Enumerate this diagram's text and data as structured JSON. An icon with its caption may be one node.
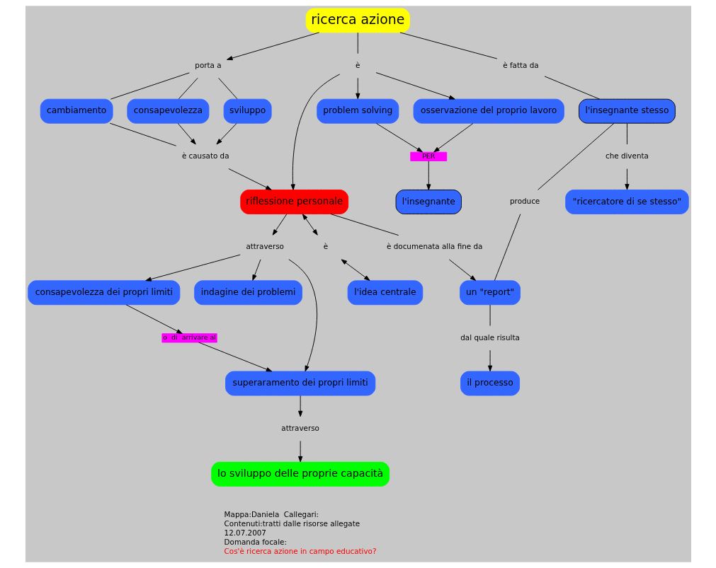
{
  "diagram": {
    "nodes": [
      {
        "text": [
          "ricerca azione"
        ]
      },
      {
        "text": [
          "porta a"
        ]
      },
      {
        "text": [
          "è"
        ]
      },
      {
        "text": [
          "è fatta da"
        ]
      },
      {
        "text": [
          "sviluppo"
        ]
      },
      {
        "text": [
          "cambiamento"
        ]
      },
      {
        "text": [
          "consapevolezza"
        ]
      },
      {
        "text": [
          "osservazione del proprio lavoro"
        ]
      },
      {
        "text": [
          "l'insegnante stesso"
        ]
      },
      {
        "text": [
          "problem solving"
        ]
      },
      {
        "text": [
          "è causato da"
        ]
      },
      {
        "text": [
          "che diventa"
        ]
      },
      {
        "text": [
          "PER"
        ]
      },
      {
        "text": [
          "riflessione personale"
        ]
      },
      {
        "text": [
          "l'insegnante"
        ]
      },
      {
        "text": [
          "\"ricercatore di se stesso\""
        ]
      },
      {
        "text": [
          "produce"
        ]
      },
      {
        "text": [
          "è documenata alla fine da"
        ]
      },
      {
        "text": [
          "attraverso"
        ]
      },
      {
        "text": [
          "un \"report\""
        ]
      },
      {
        "text": [
          "è"
        ]
      },
      {
        "text": [
          "superaramento dei propri limiti"
        ]
      },
      {
        "text": [
          "consapevolezza dei propri limiti"
        ]
      },
      {
        "text": [
          "l'idea centrale"
        ]
      },
      {
        "text": [
          "indagine dei problemi"
        ]
      },
      {
        "text": [
          "dal quale risulta"
        ]
      },
      {
        "text": [
          "attraverso"
        ]
      },
      {
        "text": [
          "o  di  arrivare al"
        ]
      },
      {
        "text": [
          "il processo"
        ]
      },
      {
        "text": [
          "lo sviluppo delle proprie capacità"
        ]
      }
    ],
    "edges": [
      {
        "from": 0,
        "to": 1,
        "arrow": "to"
      },
      {
        "from": 0,
        "to": 2,
        "arrow": "none"
      },
      {
        "from": 0,
        "to": 3,
        "arrow": "none"
      },
      {
        "from": 1,
        "to": 4,
        "arrow": "none"
      },
      {
        "from": 1,
        "to": 5,
        "arrow": "none"
      },
      {
        "from": 1,
        "to": 6,
        "arrow": "none"
      },
      {
        "from": 4,
        "to": 10,
        "arrow": "to"
      },
      {
        "from": 5,
        "to": 10,
        "arrow": "none"
      },
      {
        "from": 6,
        "to": 10,
        "arrow": "to"
      },
      {
        "from": 10,
        "to": 13,
        "arrow": "to"
      },
      {
        "from": 2,
        "to": 13,
        "arrow": "to"
      },
      {
        "from": 2,
        "to": 9,
        "arrow": "to"
      },
      {
        "from": 2,
        "to": 7,
        "arrow": "to"
      },
      {
        "from": 3,
        "to": 8,
        "arrow": "none"
      },
      {
        "from": 9,
        "to": 12,
        "arrow": "to"
      },
      {
        "from": 7,
        "to": 12,
        "arrow": "to"
      },
      {
        "from": 12,
        "to": 14,
        "arrow": "to"
      },
      {
        "from": 8,
        "to": 11,
        "arrow": "none"
      },
      {
        "from": 11,
        "to": 15,
        "arrow": "to"
      },
      {
        "from": 8,
        "to": 16,
        "arrow": "none"
      },
      {
        "from": 16,
        "to": 19,
        "arrow": "none"
      },
      {
        "from": 13,
        "to": 18,
        "arrow": "to"
      },
      {
        "from": 13,
        "to": 17,
        "arrow": "none"
      },
      {
        "from": 17,
        "to": 19,
        "arrow": "to"
      },
      {
        "from": 18,
        "to": 21,
        "arrow": "to"
      },
      {
        "from": 18,
        "to": 22,
        "arrow": "to"
      },
      {
        "from": 18,
        "to": 24,
        "arrow": "to"
      },
      {
        "from": 13,
        "to": 20,
        "arrow": "both"
      },
      {
        "from": 20,
        "to": 23,
        "arrow": "both"
      },
      {
        "from": 21,
        "to": 26,
        "arrow": "to"
      },
      {
        "from": 26,
        "to": 29,
        "arrow": "to"
      },
      {
        "from": 22,
        "to": 27,
        "arrow": "to"
      },
      {
        "from": 27,
        "to": 21,
        "arrow": "to"
      },
      {
        "from": 19,
        "to": 25,
        "arrow": "none"
      },
      {
        "from": 25,
        "to": 28,
        "arrow": "to"
      }
    ],
    "labels": [
      "Mappa:Daniela  Callegari:",
      "Contenuti:tratti dalle risorse allegate",
      "12.07.2007",
      "Domanda focale:",
      "Cos'è ricerca azione in campo educativo?"
    ]
  }
}
